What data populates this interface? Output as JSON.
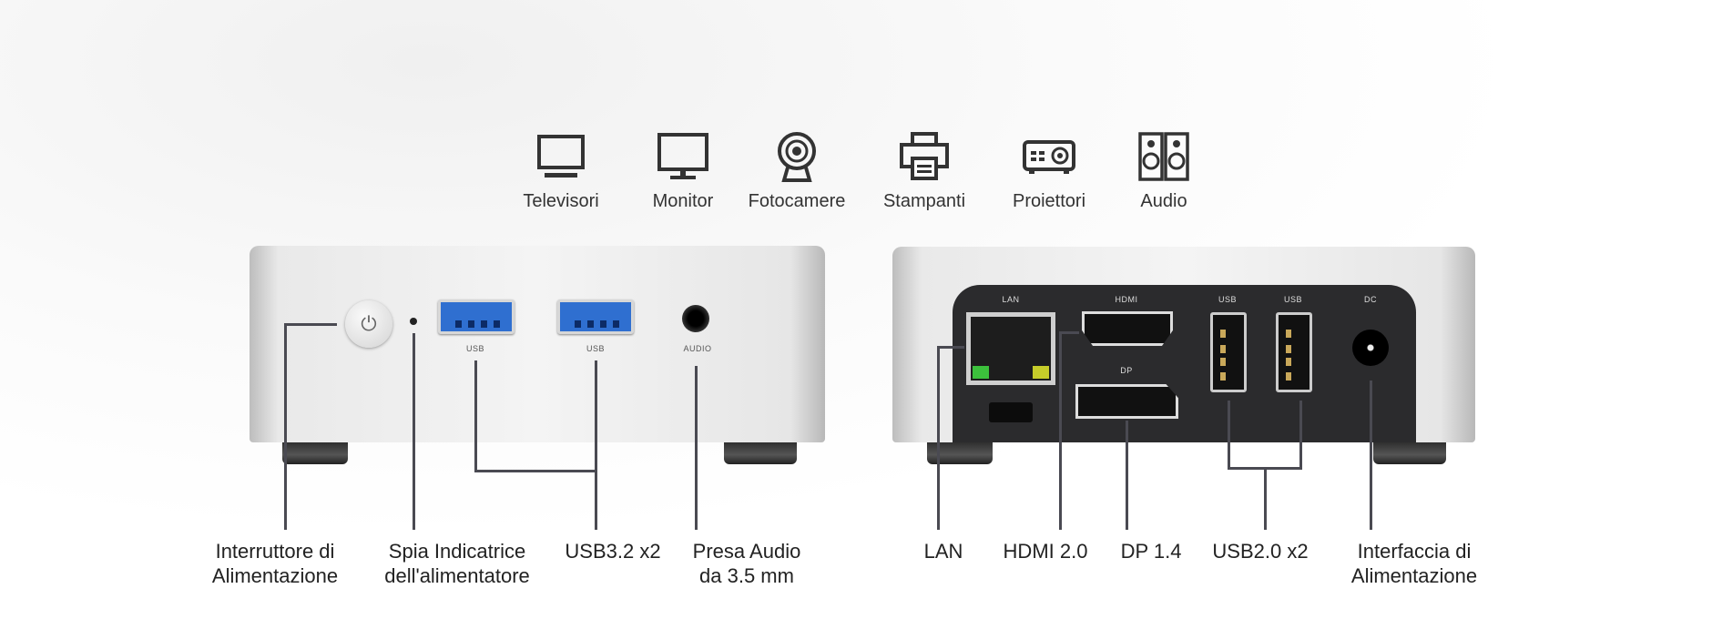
{
  "devices": [
    {
      "icon": "tv-icon",
      "label": "Televisori"
    },
    {
      "icon": "monitor-icon",
      "label": "Monitor"
    },
    {
      "icon": "webcam-icon",
      "label": "Fotocamere"
    },
    {
      "icon": "printer-icon",
      "label": "Stampanti"
    },
    {
      "icon": "projector-icon",
      "label": "Proiettori"
    },
    {
      "icon": "speakers-icon",
      "label": "Audio"
    }
  ],
  "front": {
    "port_text": {
      "usb1": "USB",
      "usb2": "USB",
      "audio": "AUDIO"
    },
    "callouts": [
      {
        "line1": "Interruttore di",
        "line2": "Alimentazione"
      },
      {
        "line1": "Spia Indicatrice",
        "line2": "dell'alimentatore"
      },
      {
        "line1": "USB3.2 x2",
        "line2": ""
      },
      {
        "line1": "Presa Audio",
        "line2": "da 3.5 mm"
      }
    ]
  },
  "back": {
    "port_text": {
      "lan": "LAN",
      "hdmi": "HDMI",
      "dp": "DP",
      "usb1": "USB",
      "usb2": "USB",
      "dc": "DC"
    },
    "callouts": [
      {
        "line1": "LAN"
      },
      {
        "line1": "HDMI 2.0"
      },
      {
        "line1": "DP 1.4"
      },
      {
        "line1": "USB2.0 x2"
      },
      {
        "line1": "Interfaccia di",
        "line2": "Alimentazione"
      }
    ]
  },
  "colors": {
    "usb3_blue": "#2f6fd0",
    "callout_line": "#4a4a52",
    "panel": "#2b2b2d"
  }
}
